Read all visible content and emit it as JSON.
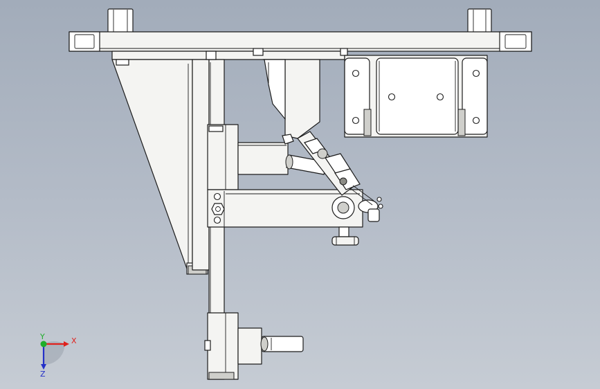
{
  "viewport": {
    "background_top": "#a2acba",
    "background_bottom": "#c6ccd4"
  },
  "triad": {
    "x_label": "X",
    "y_label": "Y",
    "z_label": "Z",
    "x_color": "#e0201c",
    "y_color": "#1fae2a",
    "z_color": "#2430c8"
  }
}
